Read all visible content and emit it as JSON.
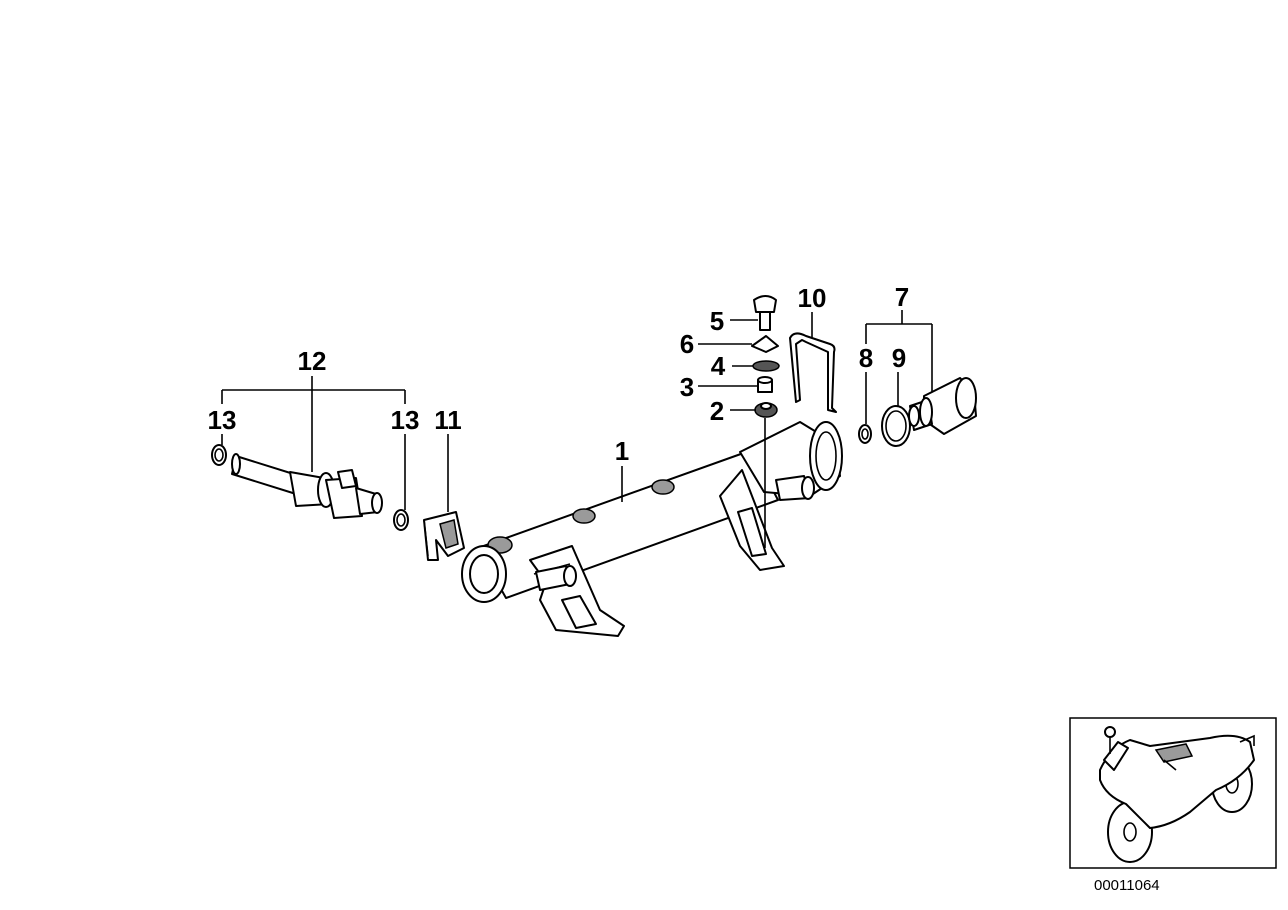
{
  "callouts": [
    {
      "id": "1",
      "label": "1"
    },
    {
      "id": "2",
      "label": "2"
    },
    {
      "id": "3",
      "label": "3"
    },
    {
      "id": "4",
      "label": "4"
    },
    {
      "id": "5",
      "label": "5"
    },
    {
      "id": "6",
      "label": "6"
    },
    {
      "id": "7",
      "label": "7"
    },
    {
      "id": "8",
      "label": "8"
    },
    {
      "id": "9",
      "label": "9"
    },
    {
      "id": "10",
      "label": "10"
    },
    {
      "id": "11",
      "label": "11"
    },
    {
      "id": "12",
      "label": "12"
    },
    {
      "id": "13a",
      "label": "13"
    },
    {
      "id": "13b",
      "label": "13"
    }
  ],
  "document_number": "00011064"
}
